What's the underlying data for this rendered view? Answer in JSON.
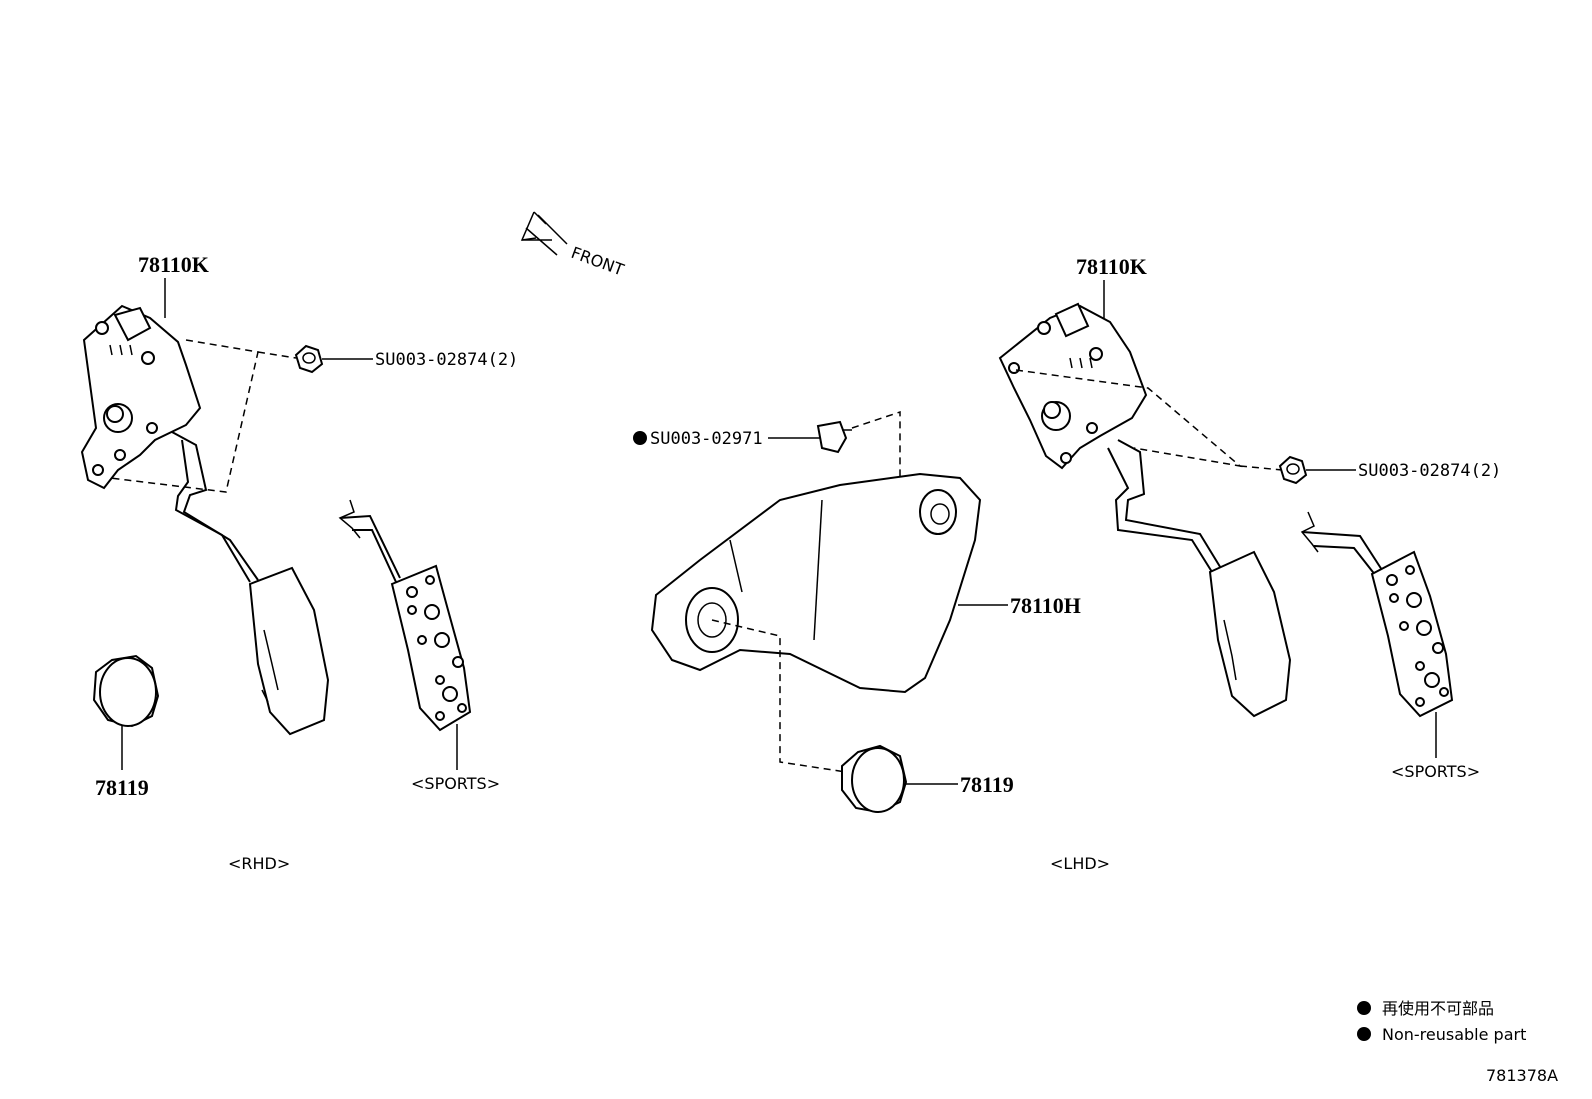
{
  "direction": {
    "label": "FRONT"
  },
  "parts": {
    "rhd_pedal_assy": "78110K",
    "rhd_nut": "SU003-02874(2)",
    "rhd_stopper": "78119",
    "rhd_sports": "<SPORTS>",
    "center_clip": "SU003-02971",
    "center_bracket": "78110H",
    "center_stopper": "78119",
    "lhd_pedal_assy": "78110K",
    "lhd_nut": "SU003-02874(2)",
    "lhd_sports": "<SPORTS>"
  },
  "variants": {
    "rhd": "<RHD>",
    "lhd": "<LHD>"
  },
  "legend": {
    "line1": "再使用不可部品",
    "line2": "Non-reusable part"
  },
  "figure_id": "781378A",
  "icons": {
    "non_reusable_marker": "filled-circle-icon",
    "front_arrow": "arrow-icon"
  }
}
